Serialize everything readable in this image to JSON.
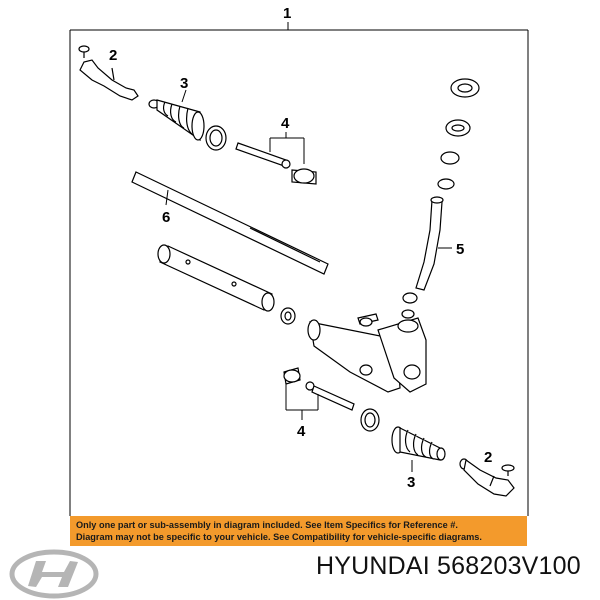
{
  "callouts": {
    "c1": "1",
    "c2_top": "2",
    "c3_top": "3",
    "c4_top": "4",
    "c5": "5",
    "c6": "6",
    "c4_bottom": "4",
    "c3_bottom": "3",
    "c2_bottom": "2"
  },
  "notice": {
    "line1": "Only one part or sub-assembly in diagram included. See Item Specifics for Reference #.",
    "line2": "Diagram may not be specific to your vehicle. See Compatibility for vehicle-specific diagrams."
  },
  "caption": {
    "text": "HYUNDAI 568203V100"
  },
  "colors": {
    "notice_bg": "#f39a2c",
    "logo": "#b5b5b5",
    "line": "#000000"
  }
}
